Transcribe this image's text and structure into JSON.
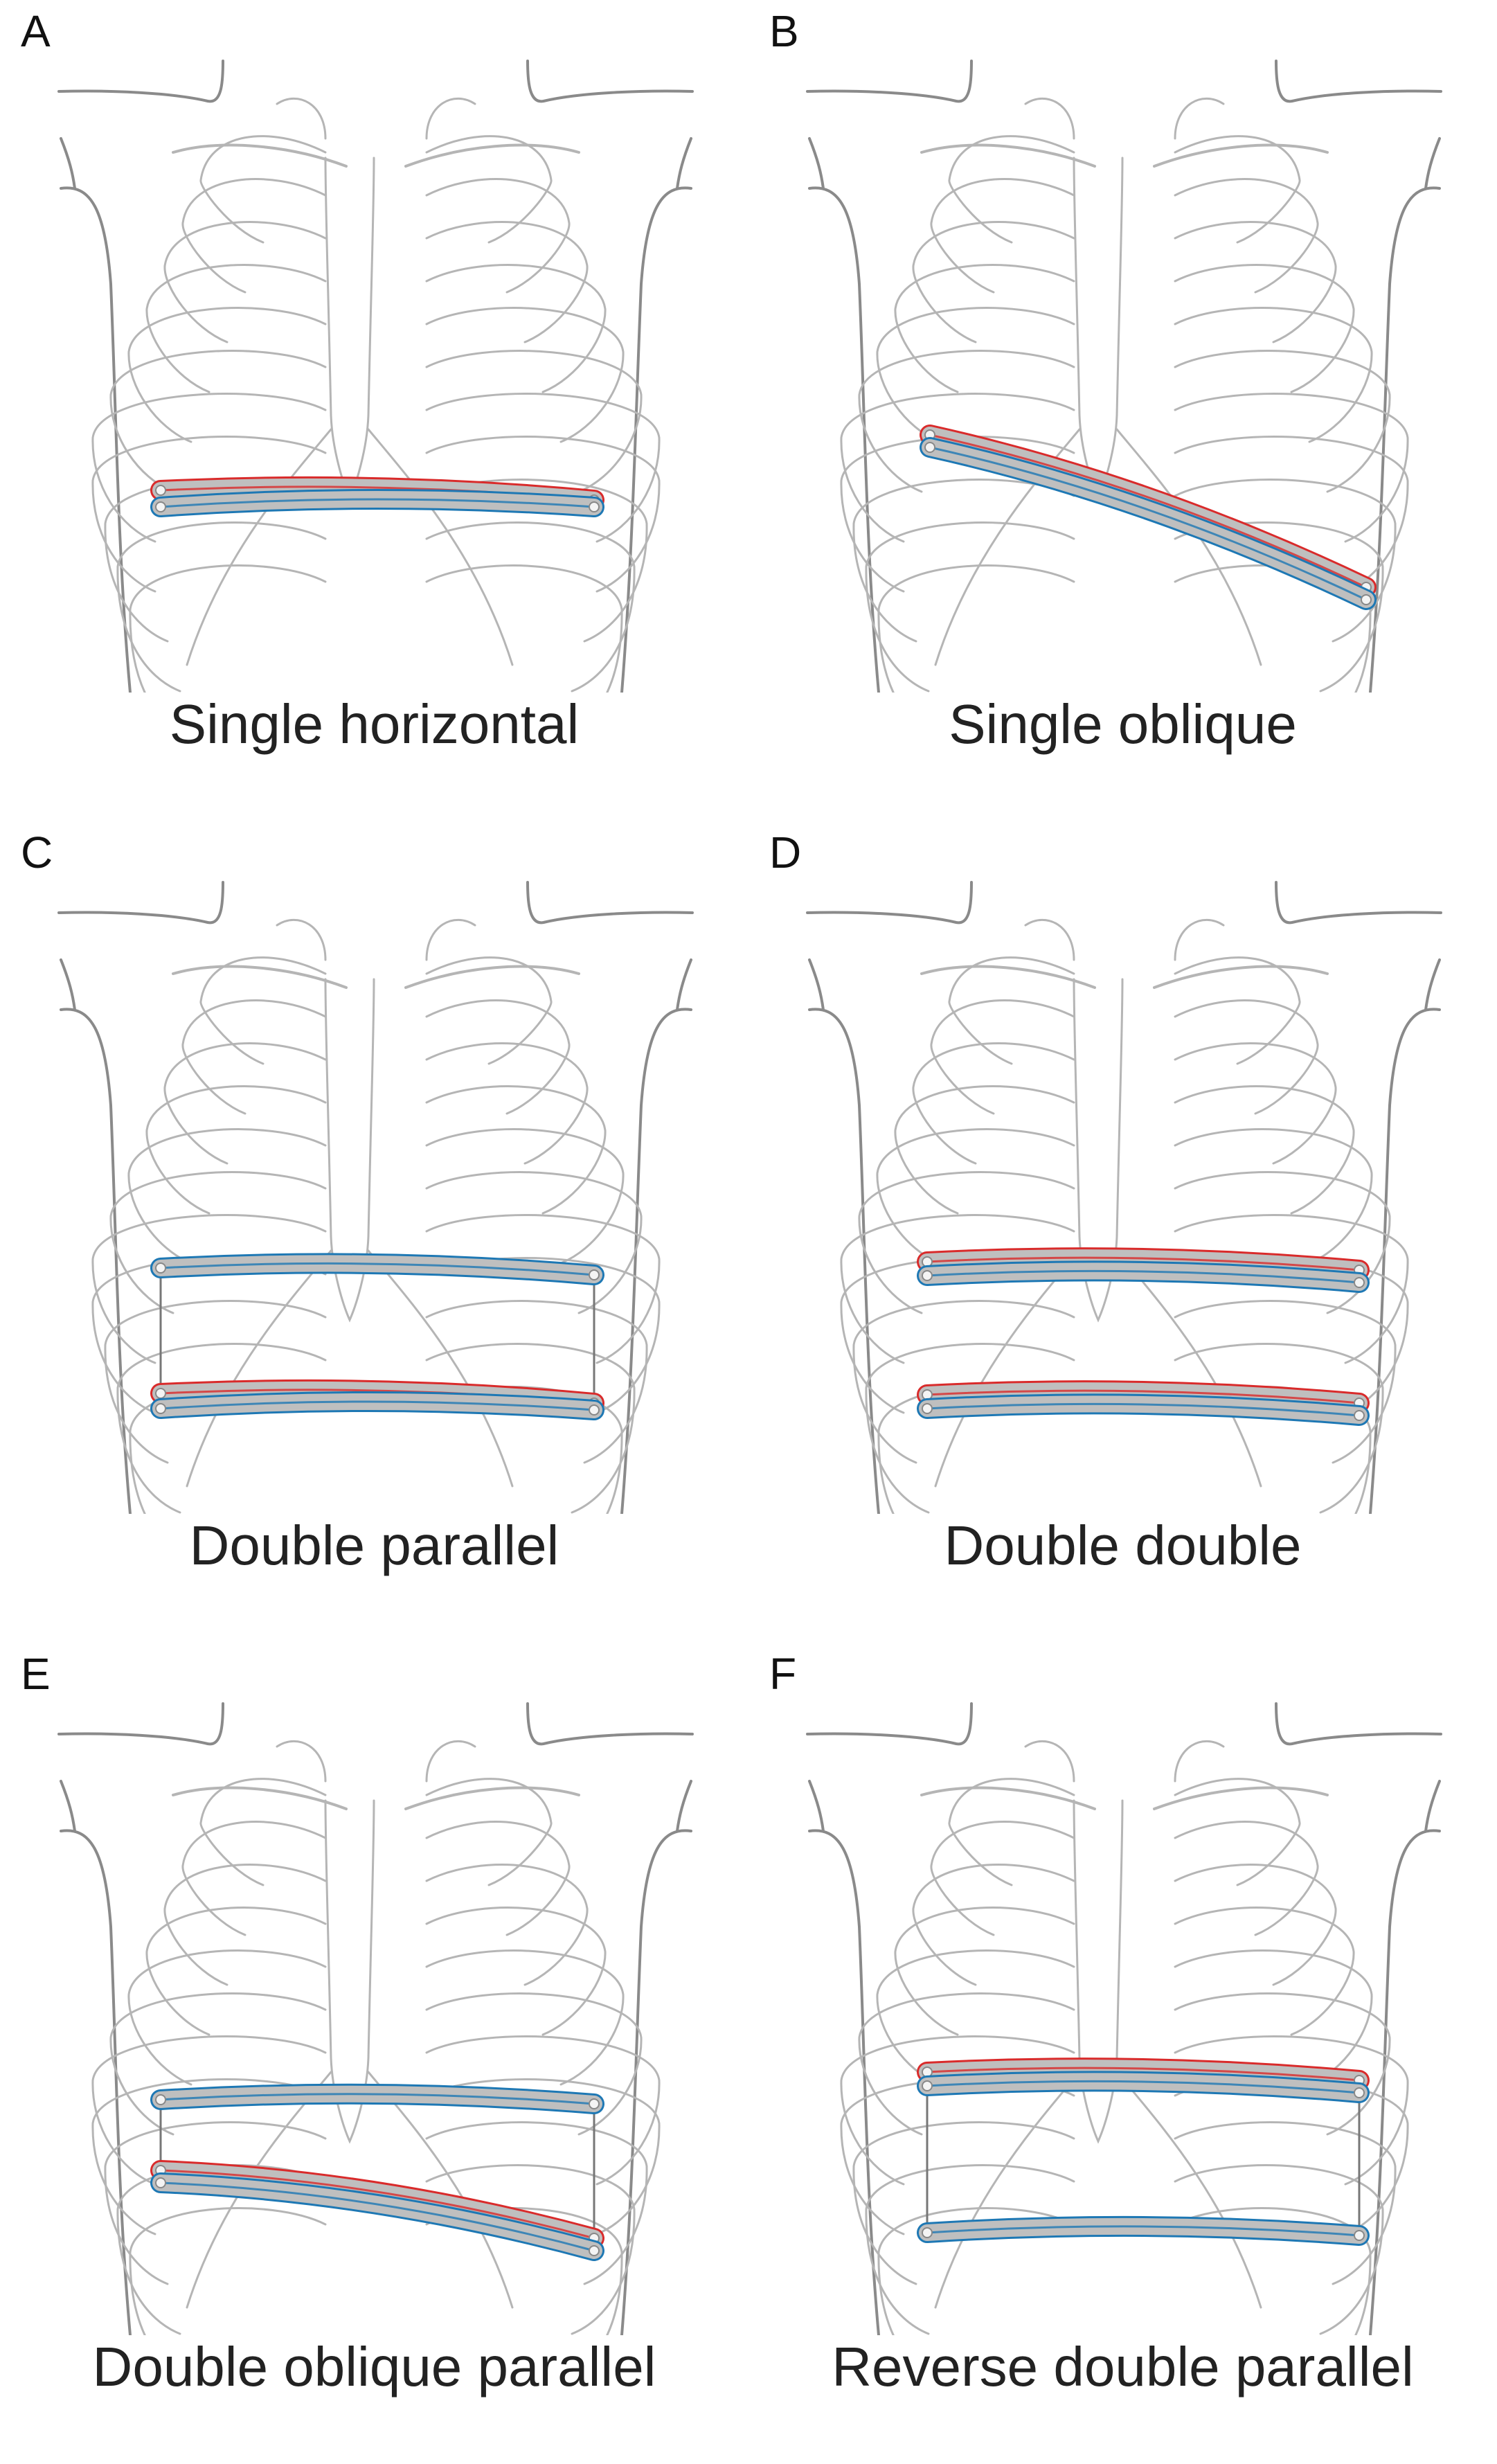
{
  "panels": [
    {
      "letter": "A",
      "caption": "Single horizontal",
      "bars": [
        {
          "color": "red",
          "from": [
            232,
            628
          ],
          "to": [
            858,
            642
          ],
          "bow": -22
        },
        {
          "color": "blue",
          "from": [
            232,
            652
          ],
          "to": [
            858,
            652
          ],
          "bow": -22
        }
      ]
    },
    {
      "letter": "B",
      "caption": "Single oblique",
      "bars": [
        {
          "color": "red",
          "from": [
            262,
            548
          ],
          "to": [
            892,
            768
          ],
          "bow": -40
        },
        {
          "color": "blue",
          "from": [
            262,
            566
          ],
          "to": [
            892,
            786
          ],
          "bow": -40
        }
      ]
    },
    {
      "letter": "C",
      "caption": "Double parallel",
      "wires": true,
      "bars": [
        {
          "color": "blue",
          "from": [
            232,
            565
          ],
          "to": [
            858,
            575
          ],
          "bow": -22
        },
        {
          "color": "red",
          "from": [
            232,
            746
          ],
          "to": [
            858,
            760
          ],
          "bow": -22
        },
        {
          "color": "blue",
          "from": [
            232,
            768
          ],
          "to": [
            858,
            770
          ],
          "bow": -22
        }
      ]
    },
    {
      "letter": "D",
      "caption": "Double double",
      "bars": [
        {
          "color": "red",
          "from": [
            258,
            556
          ],
          "to": [
            882,
            568
          ],
          "bow": -22
        },
        {
          "color": "blue",
          "from": [
            258,
            576
          ],
          "to": [
            882,
            586
          ],
          "bow": -22
        },
        {
          "color": "red",
          "from": [
            258,
            748
          ],
          "to": [
            882,
            760
          ],
          "bow": -22
        },
        {
          "color": "blue",
          "from": [
            258,
            768
          ],
          "to": [
            882,
            778
          ],
          "bow": -22
        }
      ]
    },
    {
      "letter": "E",
      "caption": "Double oblique parallel",
      "wires": true,
      "bars": [
        {
          "color": "blue",
          "from": [
            232,
            580
          ],
          "to": [
            858,
            586
          ],
          "bow": -22
        },
        {
          "color": "red",
          "from": [
            232,
            682
          ],
          "to": [
            858,
            780
          ],
          "bow": -36
        },
        {
          "color": "blue",
          "from": [
            232,
            700
          ],
          "to": [
            858,
            798
          ],
          "bow": -36
        }
      ]
    },
    {
      "letter": "F",
      "caption": "Reverse double parallel",
      "wires": true,
      "bars": [
        {
          "color": "red",
          "from": [
            258,
            540
          ],
          "to": [
            882,
            552
          ],
          "bow": -22
        },
        {
          "color": "blue",
          "from": [
            258,
            560
          ],
          "to": [
            882,
            570
          ],
          "bow": -22
        },
        {
          "color": "blue",
          "from": [
            258,
            772
          ],
          "to": [
            882,
            776
          ],
          "bow": -22
        }
      ]
    }
  ],
  "colors": {
    "red": "#d92b2b",
    "blue": "#1e78b4",
    "bar_fill": "#bfbfbf",
    "outline": "#b5b5b5",
    "body": "#8a8a8a"
  }
}
